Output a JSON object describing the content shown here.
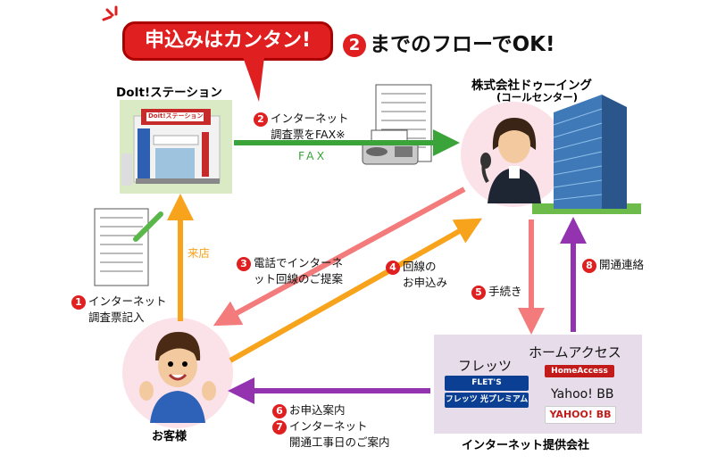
{
  "header": {
    "bubble": "申込みはカンタン!",
    "step_num": "2",
    "rest": "までのフローでOK!"
  },
  "station": {
    "title": "DoIt!ステーション",
    "sign": "Doit!ステーション"
  },
  "company": {
    "title": "株式会社ドゥーイング",
    "subtitle": "(コールセンター)"
  },
  "customer": {
    "label": "お客様"
  },
  "isp": {
    "label": "インターネット提供会社",
    "flets": "フレッツ",
    "home_access": "ホームアクセス",
    "yahoo": "Yahoo! BB",
    "flets_logo_top": "FLET'S",
    "flets_logo_bottom": "フレッツ 光プレミアム",
    "home_access_logo": "HomeAccess",
    "yahoo_logo": "YAHOO! BB"
  },
  "steps": [
    {
      "num": "1",
      "lines": [
        "インターネット",
        "調査票記入"
      ]
    },
    {
      "num": "2",
      "lines": [
        "インターネット",
        "調査票をFAX※"
      ]
    },
    {
      "num": "3",
      "lines": [
        "電話でインターネ",
        "ット回線のご提案"
      ]
    },
    {
      "num": "4",
      "lines": [
        "回線の",
        "お申込み"
      ]
    },
    {
      "num": "5",
      "lines": [
        "手続き"
      ]
    },
    {
      "num": "6",
      "lines": [
        "お申込案内"
      ]
    },
    {
      "num": "7",
      "lines": [
        "インターネット",
        "開通工事日のご案内"
      ]
    },
    {
      "num": "8",
      "lines": [
        "開通連絡"
      ]
    }
  ],
  "labels": {
    "fax": "FAX",
    "visit": "来店"
  },
  "colors": {
    "green": "#3aa33a",
    "orange": "#f7a31c",
    "pink": "#f47b7b",
    "purple": "#9333b0",
    "red": "#e02020"
  }
}
